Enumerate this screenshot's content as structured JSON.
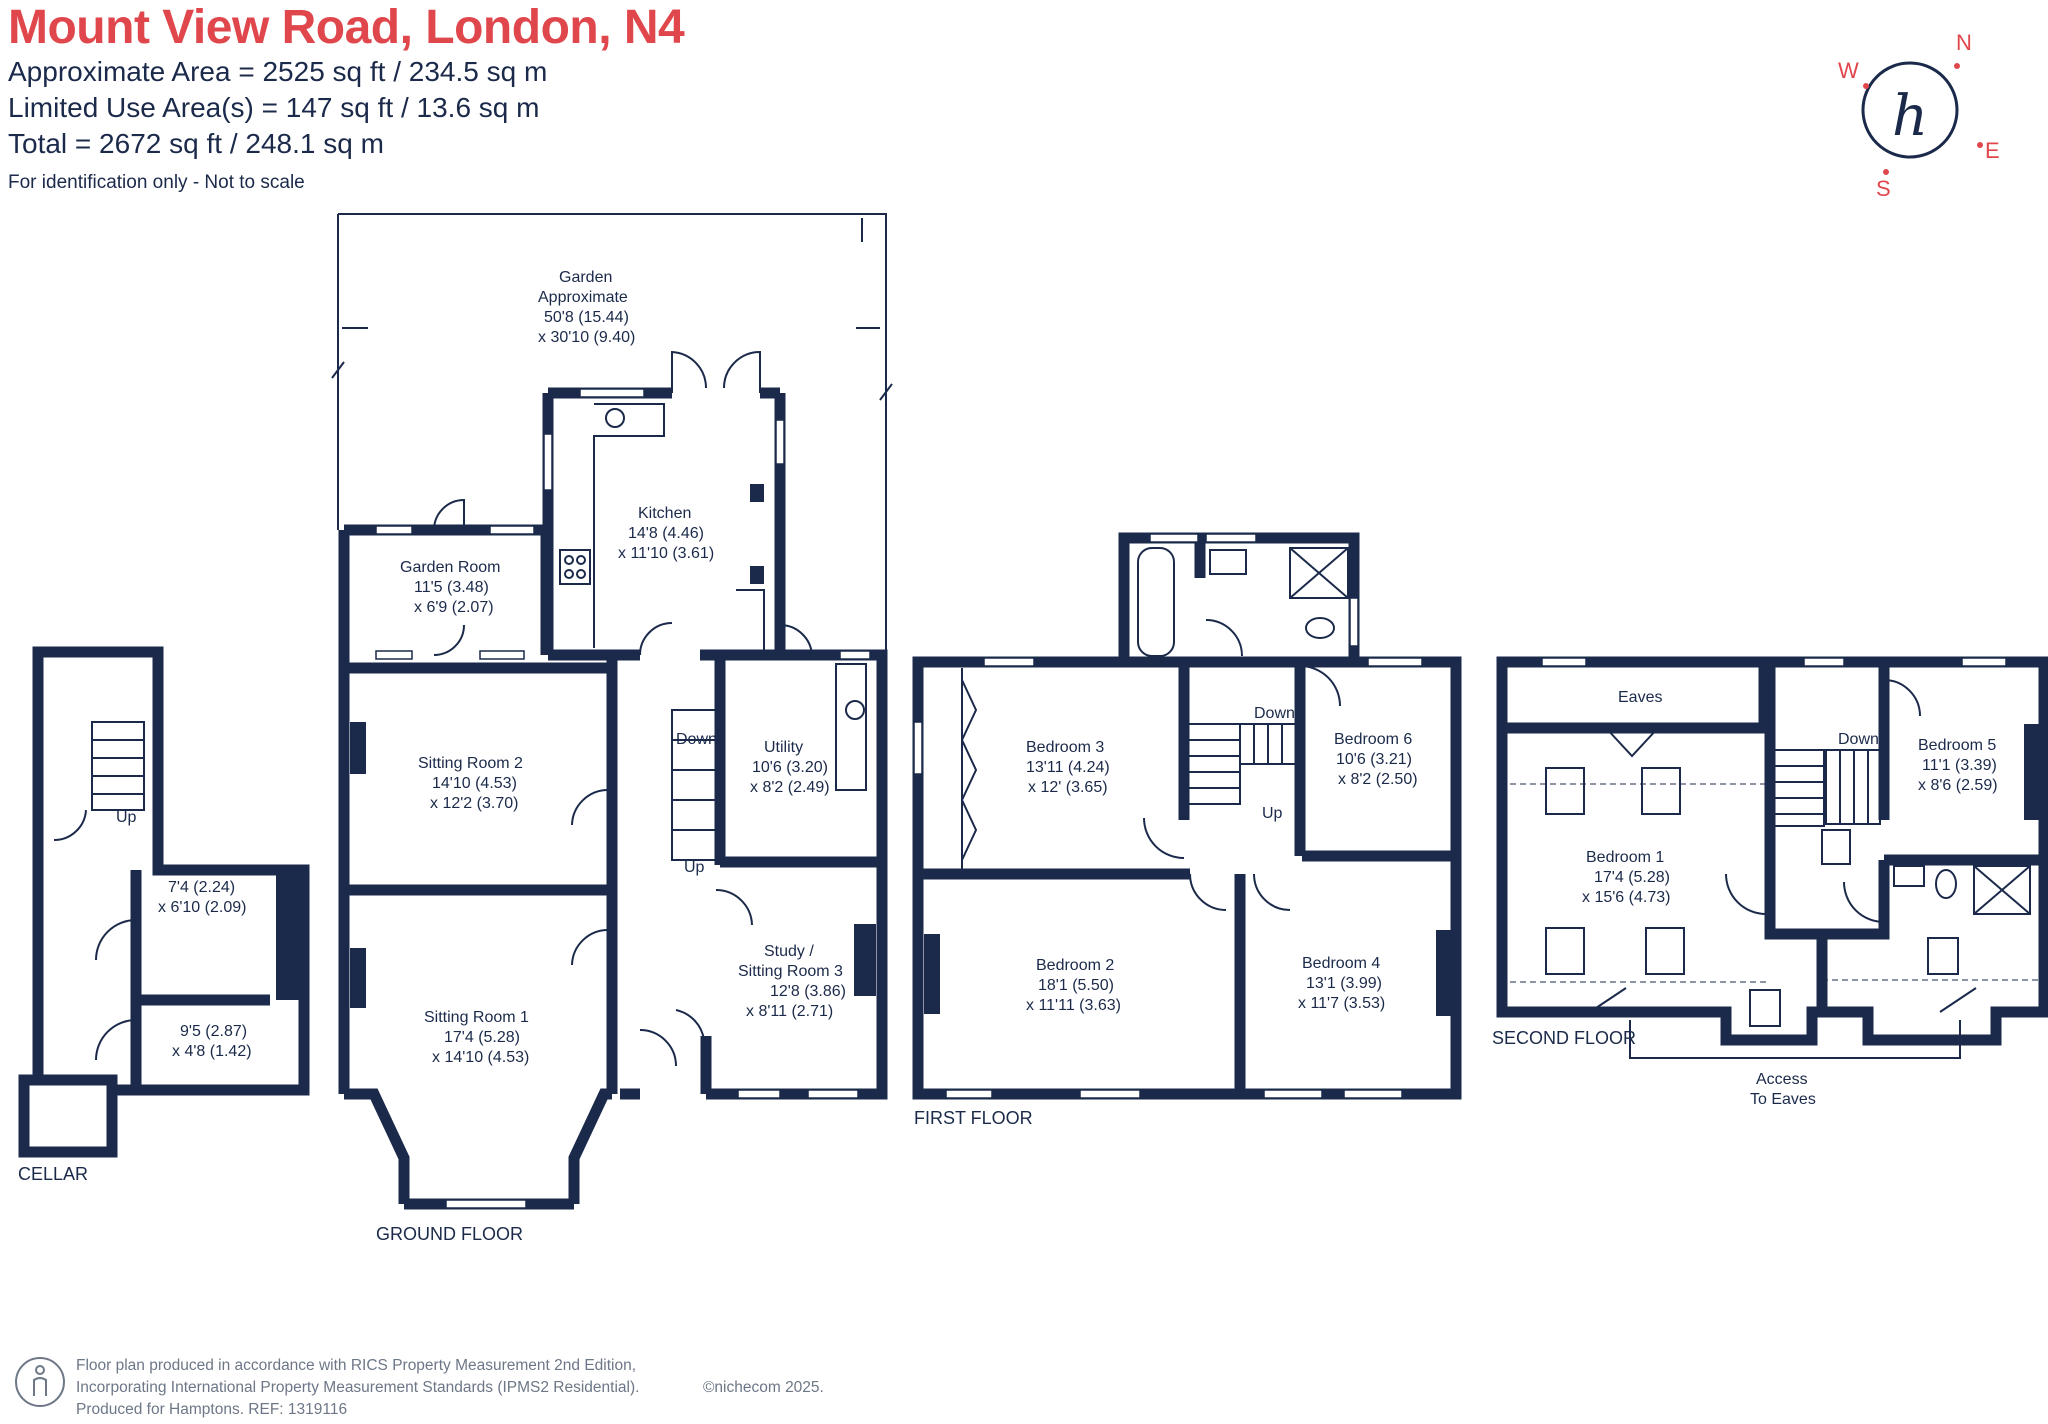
{
  "header": {
    "title": "Mount View Road, London, N4",
    "approx_area": "Approximate Area = 2525 sq ft / 234.5 sq m",
    "limited_use": "Limited Use Area(s) = 147 sq ft / 13.6 sq m",
    "total": "Total = 2672 sq ft / 248.1 sq m",
    "note": "For identification only - Not to scale"
  },
  "compass": {
    "n": "N",
    "e": "E",
    "s": "S",
    "w": "W",
    "logo": "h"
  },
  "colors": {
    "title": "#e0474c",
    "walls": "#1b2a4a",
    "footer": "#6d7787"
  },
  "floors": {
    "cellar": "CELLAR",
    "ground": "GROUND FLOOR",
    "first": "FIRST FLOOR",
    "second": "SECOND FLOOR"
  },
  "rooms": {
    "cellar_up": "Up",
    "cellar_a_1": "7'4 (2.24)",
    "cellar_a_2": "x 6'10 (2.09)",
    "cellar_b_1": "9'5 (2.87)",
    "cellar_b_2": "x 4'8 (1.42)",
    "garden_1": "Garden",
    "garden_2": "Approximate",
    "garden_3": "50'8 (15.44)",
    "garden_4": "x 30'10 (9.40)",
    "kitchen_1": "Kitchen",
    "kitchen_2": "14'8 (4.46)",
    "kitchen_3": "x 11'10 (3.61)",
    "garden_room_1": "Garden Room",
    "garden_room_2": "11'5 (3.48)",
    "garden_room_3": "x 6'9 (2.07)",
    "sitting2_1": "Sitting Room 2",
    "sitting2_2": "14'10 (4.53)",
    "sitting2_3": "x 12'2 (3.70)",
    "utility_1": "Utility",
    "utility_2": "10'6 (3.20)",
    "utility_3": "x 8'2 (2.49)",
    "gf_down": "Down",
    "gf_up": "Up",
    "study_1": "Study /",
    "study_2": "Sitting Room 3",
    "study_3": "12'8 (3.86)",
    "study_4": "x 8'11 (2.71)",
    "sitting1_1": "Sitting Room 1",
    "sitting1_2": "17'4 (5.28)",
    "sitting1_3": "x 14'10 (4.53)",
    "bed3_1": "Bedroom 3",
    "bed3_2": "13'11 (4.24)",
    "bed3_3": "x 12' (3.65)",
    "ff_down": "Down",
    "ff_up": "Up",
    "bed6_1": "Bedroom 6",
    "bed6_2": "10'6 (3.21)",
    "bed6_3": "x 8'2 (2.50)",
    "bed2_1": "Bedroom 2",
    "bed2_2": "18'1 (5.50)",
    "bed2_3": "x 11'11 (3.63)",
    "bed4_1": "Bedroom 4",
    "bed4_2": "13'1 (3.99)",
    "bed4_3": "x 11'7 (3.53)",
    "eaves": "Eaves",
    "sf_down": "Down",
    "bed1_1": "Bedroom 1",
    "bed1_2": "17'4 (5.28)",
    "bed1_3": "x 15'6 (4.73)",
    "bed5_1": "Bedroom 5",
    "bed5_2": "11'1 (3.39)",
    "bed5_3": "x 8'6 (2.59)",
    "access_1": "Access",
    "access_2": "To Eaves"
  },
  "footer": {
    "line1": "Floor plan produced in accordance with RICS Property Measurement 2nd Edition,",
    "line2": "Incorporating International Property Measurement Standards (IPMS2 Residential).",
    "line3": "Produced for Hamptons.  REF:  1319116",
    "copyright": "©nichecom 2025."
  }
}
